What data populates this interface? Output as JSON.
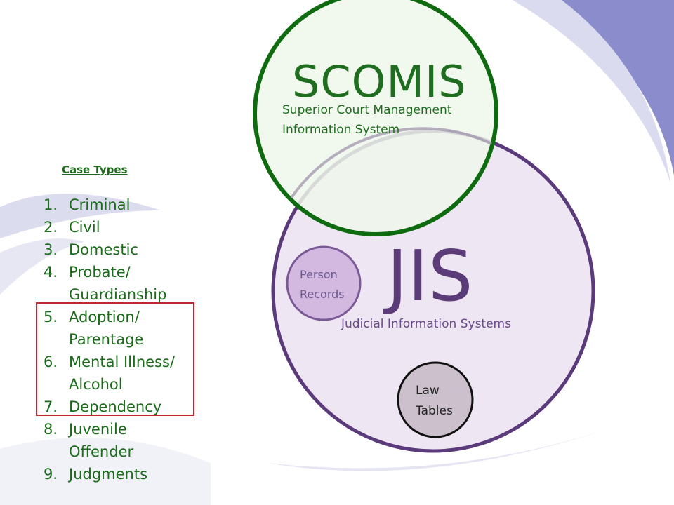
{
  "case_types": {
    "title": "Case Types",
    "items": [
      {
        "num": "1.",
        "label": "Criminal"
      },
      {
        "num": "2.",
        "label": "Civil"
      },
      {
        "num": "3.",
        "label": "Domestic"
      },
      {
        "num": "4.",
        "label": "Probate/\nGuardianship"
      },
      {
        "num": "5.",
        "label": "Adoption/\nParentage"
      },
      {
        "num": "6.",
        "label": "Mental Illness/\nAlcohol"
      },
      {
        "num": "7.",
        "label": "Dependency"
      },
      {
        "num": "8.",
        "label": "Juvenile\nOffender"
      },
      {
        "num": "9.",
        "label": "Judgments"
      }
    ]
  },
  "scomis": {
    "title": "SCOMIS",
    "subtitle": "Superior Court Management\nInformation System"
  },
  "jis": {
    "title": "JIS",
    "subtitle": "Judicial Information Systems"
  },
  "person_records": {
    "label": "Person\nRecords"
  },
  "law_tables": {
    "label": "Law\nTables"
  },
  "colors": {
    "scomis_stroke": "#0f6b0f",
    "scomis_fill": "#eef7ea",
    "jis_stroke": "#5a3a7a",
    "jis_fill": "#efe6f3",
    "person_fill": "#d3b8e0",
    "person_stroke": "#7a5a96",
    "law_fill": "#cbc0cc",
    "law_stroke": "#111111",
    "highlight_box": "#c0282b",
    "accent_bg": "#7a7fc4"
  }
}
